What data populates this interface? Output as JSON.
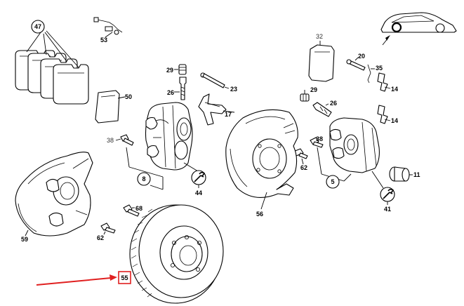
{
  "callouts": {
    "c47": "47",
    "c53": "53",
    "c50": "50",
    "c29a": "29",
    "c26a": "26",
    "c23": "23",
    "c17": "17",
    "c38a": "38",
    "c8": "8",
    "c44": "44",
    "c32": "32",
    "c20": "20",
    "c35": "35",
    "c14a": "14",
    "c14b": "14",
    "c29b": "29",
    "c26b": "26",
    "c38b": "38",
    "c62a": "62",
    "c5": "5",
    "c11": "11",
    "c41": "41",
    "c56": "56",
    "c59": "59",
    "c68": "68",
    "c62b": "62",
    "c55": "55"
  },
  "highlight": {
    "part": "55",
    "color": "#e02020"
  }
}
